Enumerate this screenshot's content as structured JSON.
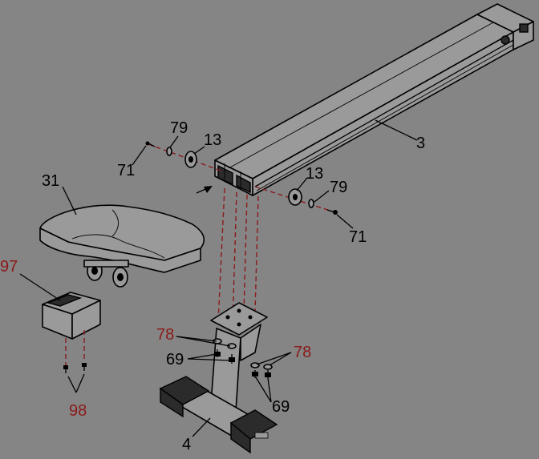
{
  "diagram": {
    "colors": {
      "background": "#858585",
      "part_fill": "#9a9a9a",
      "callout_highlight": "#8b1a1a",
      "line": "#000000"
    },
    "callouts": [
      {
        "id": "c3",
        "text": "3",
        "highlight": false
      },
      {
        "id": "c79a",
        "text": "79",
        "highlight": false
      },
      {
        "id": "c13a",
        "text": "13",
        "highlight": false
      },
      {
        "id": "c71a",
        "text": "71",
        "highlight": false
      },
      {
        "id": "c31",
        "text": "31",
        "highlight": false
      },
      {
        "id": "c13b",
        "text": "13",
        "highlight": false
      },
      {
        "id": "c79b",
        "text": "79",
        "highlight": false
      },
      {
        "id": "c71b",
        "text": "71",
        "highlight": false
      },
      {
        "id": "c97",
        "text": "97",
        "highlight": true
      },
      {
        "id": "c78a",
        "text": "78",
        "highlight": true
      },
      {
        "id": "c69a",
        "text": "69",
        "highlight": false
      },
      {
        "id": "c78b",
        "text": "78",
        "highlight": true
      },
      {
        "id": "c69b",
        "text": "69",
        "highlight": false
      },
      {
        "id": "c98",
        "text": "98",
        "highlight": true
      },
      {
        "id": "c4",
        "text": "4",
        "highlight": false
      }
    ]
  }
}
